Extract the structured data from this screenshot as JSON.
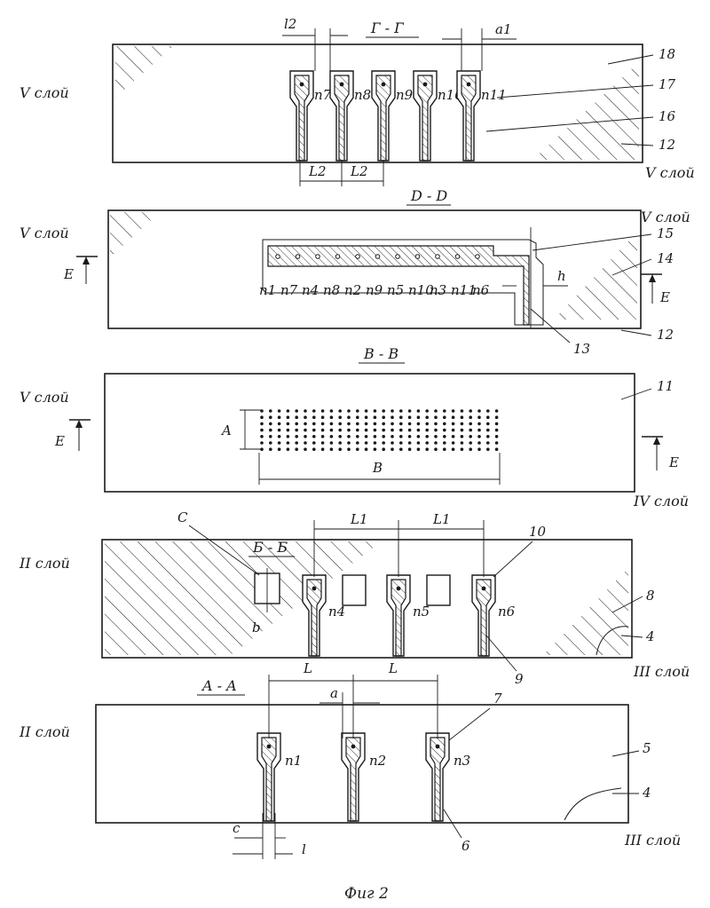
{
  "figure": {
    "caption": "Фиг 2"
  },
  "layer_labels": {
    "p5_left": "V слой",
    "p5_right": "V слой",
    "p4_left": "V слой",
    "p4_right": "V слой",
    "p3_left": "V слой",
    "p3_right": "IV слой",
    "p2_left": "II слой",
    "p2_right": "III слой",
    "p1_left": "II слой",
    "p1_right": "III слой"
  },
  "section_titles": {
    "p5": "Г - Г",
    "p4": "D - D",
    "p3": "B - B",
    "p2": "Б - Б",
    "p1": "A - A"
  },
  "panel5": {
    "refs": [
      "18",
      "17",
      "16",
      "12"
    ],
    "pads": [
      "n7",
      "n8",
      "n9",
      "n10",
      "n11"
    ],
    "dims": {
      "l2": "l2",
      "a1": "a1",
      "L2a": "L2",
      "L2b": "L2"
    }
  },
  "panel4": {
    "refs": [
      "15",
      "14",
      "12",
      "13"
    ],
    "row_labels": [
      "n1",
      "n7",
      "n4",
      "n8",
      "n2",
      "n9",
      "n5",
      "n10",
      "n3",
      "n11",
      "n6"
    ],
    "dim_h": "h",
    "section_mark": "E"
  },
  "panel3": {
    "refs": [
      "11"
    ],
    "dim_A": "A",
    "dim_B": "B",
    "section_mark": "E"
  },
  "panel2": {
    "refs": [
      "10",
      "8",
      "4",
      "9"
    ],
    "pads": [
      "n4",
      "n5",
      "n6"
    ],
    "label_C": "C",
    "dims": {
      "b": "b",
      "L1a": "L1",
      "L1b": "L1"
    }
  },
  "panel1": {
    "refs": [
      "7",
      "5",
      "4",
      "6"
    ],
    "pads": [
      "n1",
      "n2",
      "n3"
    ],
    "dims": {
      "L_a": "L",
      "L_b": "L",
      "a": "a",
      "c": "c",
      "l": "l"
    }
  }
}
